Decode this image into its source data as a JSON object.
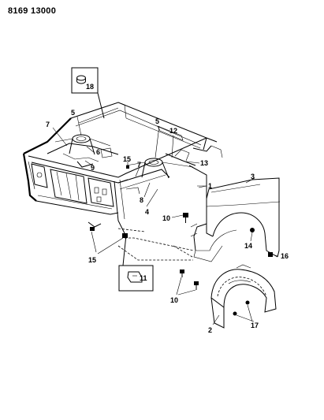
{
  "header": {
    "drawing_code": "8169 13000"
  },
  "callouts": {
    "c1": "1",
    "c2": "2",
    "c3": "3",
    "c4": "4",
    "c5a": "5",
    "c5b": "5",
    "c6": "6",
    "c7a": "7",
    "c7b": "7",
    "c8": "8",
    "c9": "9",
    "c10a": "10",
    "c10b": "10",
    "c11": "11",
    "c12": "12",
    "c13": "13",
    "c14": "14",
    "c15a": "15",
    "c15b": "15",
    "c16": "16",
    "c17": "17",
    "c18": "18"
  }
}
